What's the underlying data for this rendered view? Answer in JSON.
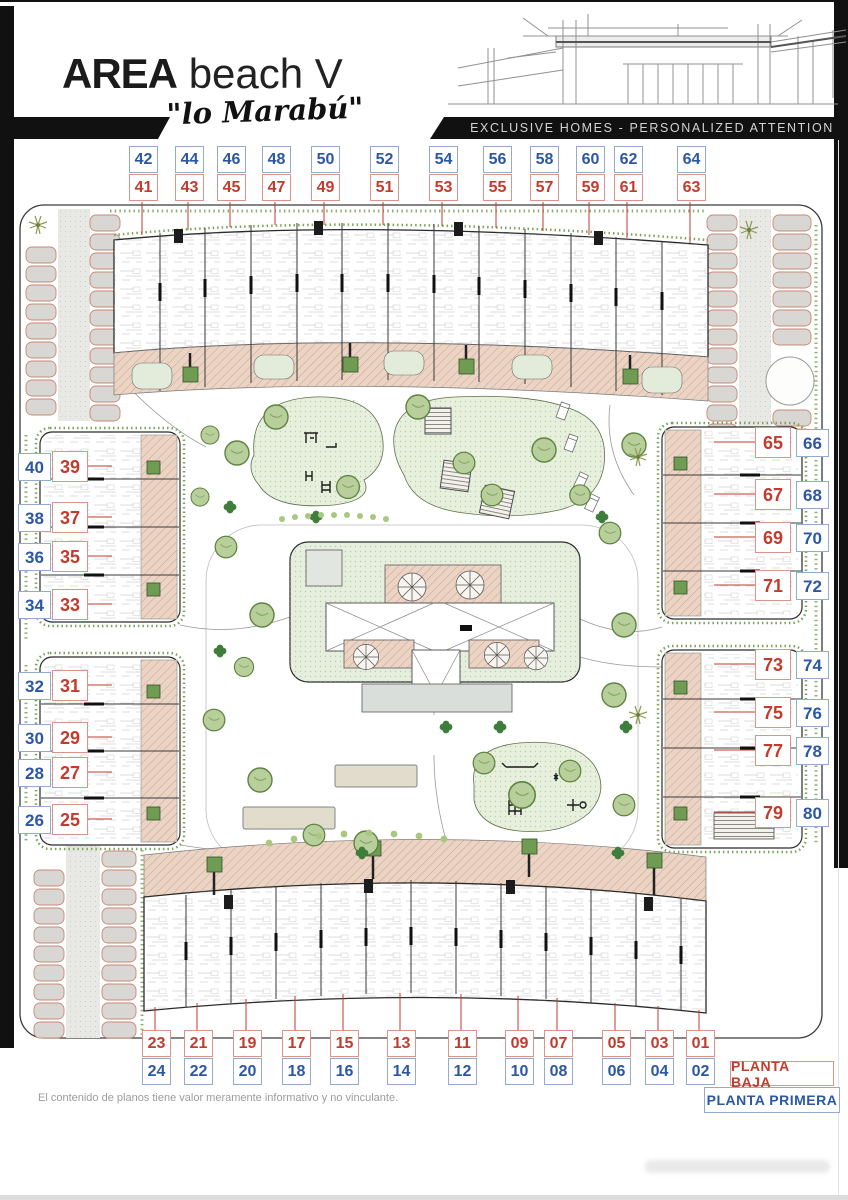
{
  "brand": {
    "title_bold": "AREA",
    "title_light": "beach V",
    "tagline": "\"lo Marabú\"",
    "banner": "EXCLUSIVE HOMES - PERSONALIZED ATTENTION"
  },
  "legend": {
    "planta_baja": "PLANTA BAJA",
    "planta_primera": "PLANTA PRIMERA"
  },
  "footer": {
    "disclaimer": "El contenido de planos tiene valor meramente informativo y no vinculante."
  },
  "colors": {
    "ground_floor_red": "#c23b2d",
    "first_floor_blue": "#2b57a5"
  },
  "units": {
    "top_first_floor": [
      "42",
      "44",
      "46",
      "48",
      "50",
      "52",
      "54",
      "56",
      "58",
      "60",
      "62",
      "64"
    ],
    "top_ground_floor": [
      "41",
      "43",
      "45",
      "47",
      "49",
      "51",
      "53",
      "55",
      "57",
      "59",
      "61",
      "63"
    ],
    "left_first_floor": [
      "40",
      "38",
      "36",
      "34",
      "32",
      "30",
      "28",
      "26"
    ],
    "left_ground_floor": [
      "39",
      "37",
      "35",
      "33",
      "31",
      "29",
      "27",
      "25"
    ],
    "right_ground_floor": [
      "65",
      "67",
      "69",
      "71",
      "73",
      "75",
      "77",
      "79"
    ],
    "right_first_floor": [
      "66",
      "68",
      "70",
      "72",
      "74",
      "76",
      "78",
      "80"
    ],
    "bottom_ground_floor": [
      "23",
      "21",
      "19",
      "17",
      "15",
      "13",
      "11",
      "09",
      "07",
      "05",
      "03",
      "01"
    ],
    "bottom_first_floor": [
      "24",
      "22",
      "20",
      "18",
      "16",
      "14",
      "12",
      "10",
      "08",
      "06",
      "04",
      "02"
    ]
  }
}
